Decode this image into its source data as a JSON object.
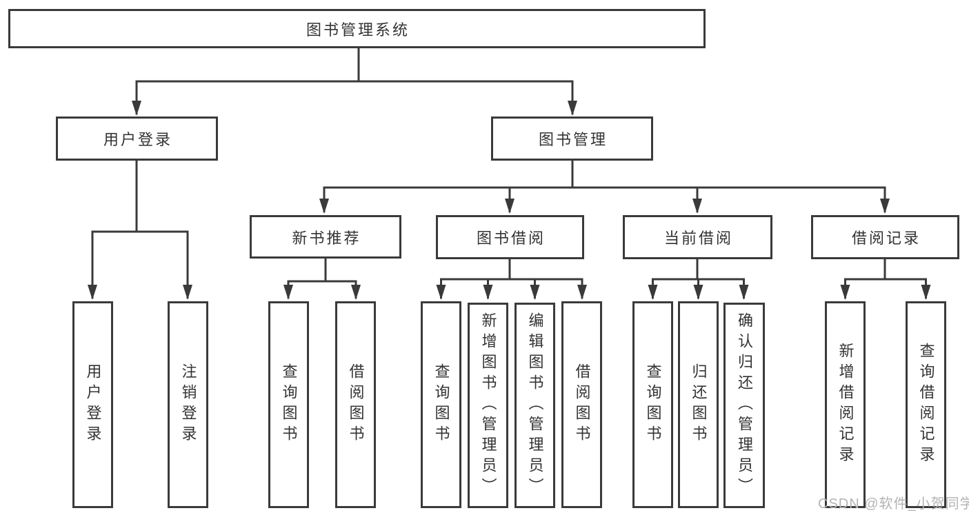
{
  "diagram": {
    "title": "图书管理系统",
    "root": {
      "label": "图书管理系统"
    },
    "level2": [
      {
        "label": "用户登录",
        "children": [
          {
            "label": "用户登录"
          },
          {
            "label": "注销登录"
          }
        ]
      },
      {
        "label": "图书管理",
        "sections": [
          {
            "label": "新书推荐",
            "children": [
              {
                "label": "查询图书"
              },
              {
                "label": "借阅图书"
              }
            ]
          },
          {
            "label": "图书借阅",
            "children": [
              {
                "label": "查询图书"
              },
              {
                "label": "新增图书（管理员）"
              },
              {
                "label": "编辑图书（管理员）"
              },
              {
                "label": "借阅图书"
              }
            ]
          },
          {
            "label": "当前借阅",
            "children": [
              {
                "label": "查询图书"
              },
              {
                "label": "归还图书"
              },
              {
                "label": "确认归还（管理员）"
              }
            ]
          },
          {
            "label": "借阅记录",
            "children": [
              {
                "label": "新增借阅记录"
              },
              {
                "label": "查询借阅记录"
              }
            ]
          }
        ]
      }
    ]
  },
  "watermark": {
    "text": "CSDN @软件_小贺同学"
  },
  "colors": {
    "line": "#3a3a3a",
    "text": "#333333",
    "background": "#ffffff",
    "watermark": "#b3b3b3"
  }
}
